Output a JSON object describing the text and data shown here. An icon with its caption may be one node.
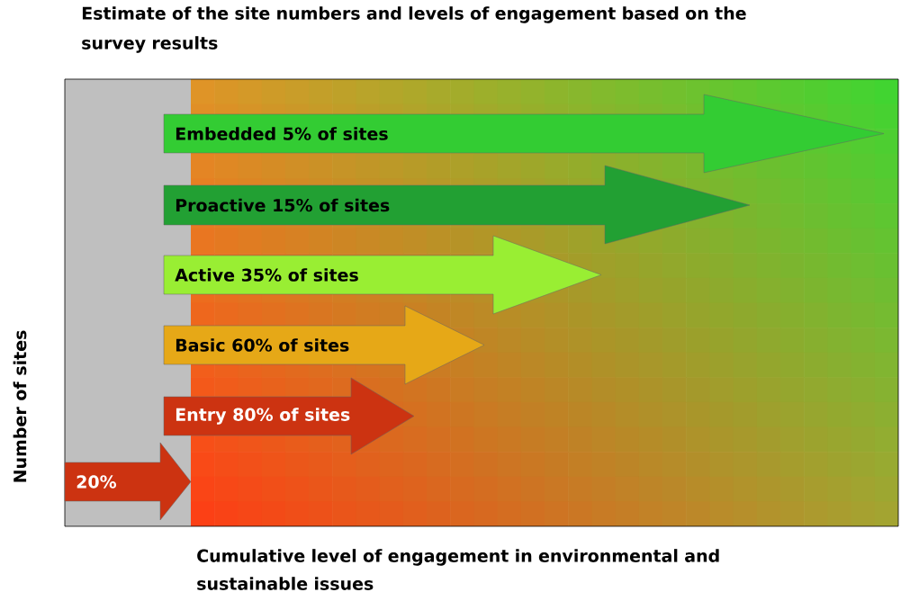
{
  "diagram": {
    "title": "Estimate of the site numbers and levels of engagement based on the survey results",
    "nodes": [
      {
        "text": [
          "Embedded 5% of sites"
        ]
      },
      {
        "text": [
          "Proactive 15% of sites"
        ]
      },
      {
        "text": [
          "Active 35% of sites"
        ]
      },
      {
        "text": [
          "Basic 60% of sites"
        ]
      },
      {
        "text": [
          "Entry 80% of sites"
        ]
      },
      {
        "text": [
          "20%"
        ]
      }
    ],
    "labels": [
      "Number of sites",
      "Cumulative level of engagement in environmental and sustainable issues"
    ]
  }
}
